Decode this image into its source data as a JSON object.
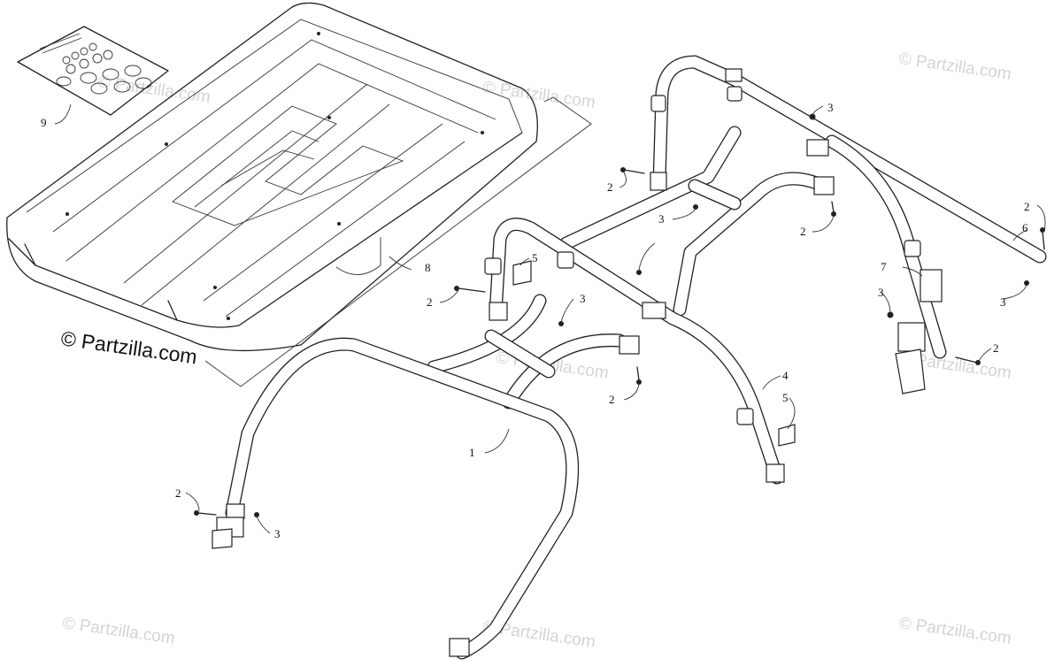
{
  "watermark_text": "© Partzilla.com",
  "callouts": {
    "c1": "1",
    "c2a": "2",
    "c2b": "2",
    "c2c": "2",
    "c2d": "2",
    "c2e": "2",
    "c2f": "2",
    "c2g": "2",
    "c3a": "3",
    "c3b": "3",
    "c3c": "3",
    "c3d": "3",
    "c3e": "3",
    "c3f": "3",
    "c4": "4",
    "c5a": "5",
    "c5b": "5",
    "c6": "6",
    "c7": "7",
    "c8": "8",
    "c9": "9"
  }
}
